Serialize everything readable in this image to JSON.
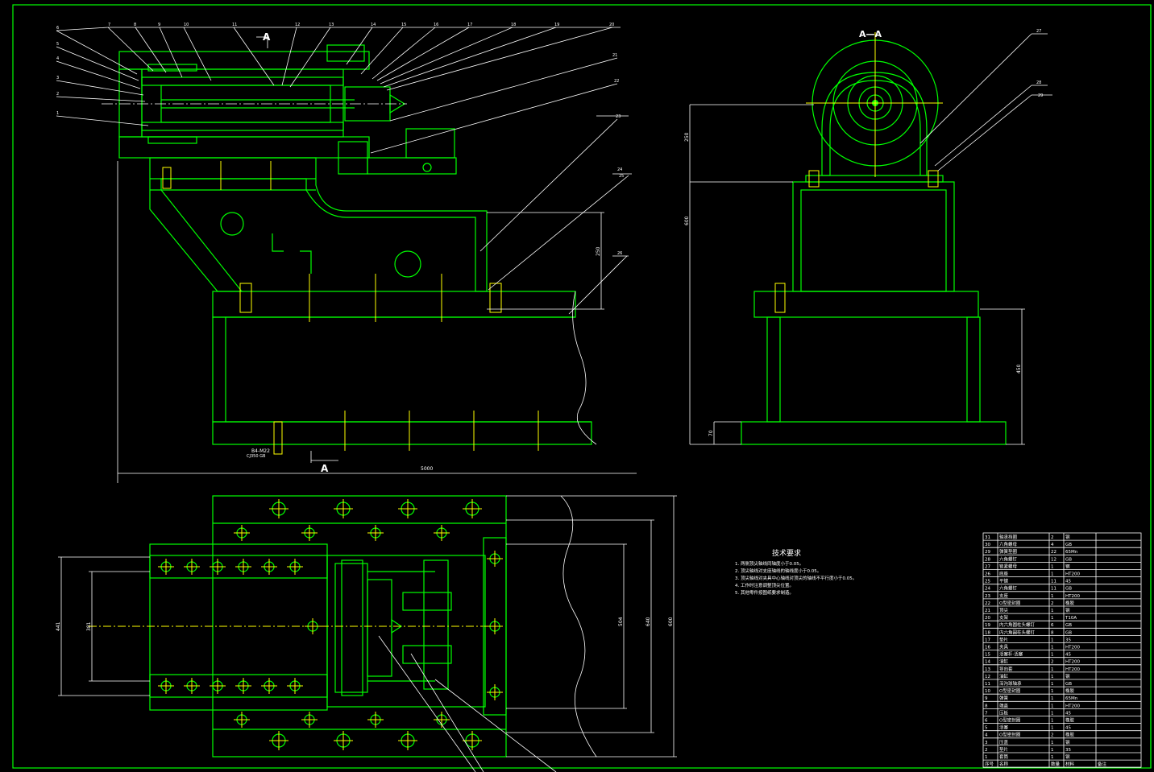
{
  "section_label": "A",
  "section_view_title": "A—A",
  "front_view_dims": {
    "total_length": "5000",
    "bolt_note_top": "B4-M22",
    "bolt_note_bottom": "CJ350 GB"
  },
  "leaders": [
    "6",
    "7",
    "8",
    "9",
    "10",
    "11",
    "12",
    "13",
    "14",
    "15",
    "16",
    "17",
    "18",
    "19",
    "20",
    "5",
    "4",
    "3",
    "2",
    "1",
    "21",
    "22",
    "23",
    "24",
    "25",
    "26"
  ],
  "side_view_dims": {
    "upper_height": "250",
    "lower_height": "600",
    "base_height": "70",
    "mid_height": "450"
  },
  "right_leaders": [
    "27",
    "28",
    "29"
  ],
  "plan_view_dims": {
    "d1": "600",
    "d2": "640",
    "d3": "504",
    "d4": "441",
    "d5": "381"
  },
  "tech_req": {
    "title": "技术要求",
    "items": [
      "1. 两侧顶尖轴线同轴度小于0.05。",
      "2. 顶尖轴线对支座轴线的轴线度小于0.05。",
      "3. 顶尖轴线对夹具中心轴线对顶尖的轴线不平行度小于0.05。",
      "4. 工作时注意调整顶尖位置。",
      "5. 其他零件按图纸要求制造。"
    ]
  },
  "bom": {
    "rows": [
      {
        "no": "31",
        "name": "轴承挡圈",
        "qty": "2",
        "mat": "钢"
      },
      {
        "no": "30",
        "name": "六角螺母",
        "qty": "4",
        "mat": "GB"
      },
      {
        "no": "29",
        "name": "弹簧垫圈",
        "qty": "22",
        "mat": "65Mn"
      },
      {
        "no": "28",
        "name": "六角螺钉",
        "qty": "12",
        "mat": "GB"
      },
      {
        "no": "27",
        "name": "锁紧螺母",
        "qty": "1",
        "mat": "钢"
      },
      {
        "no": "26",
        "name": "底座",
        "qty": "1",
        "mat": "HT200"
      },
      {
        "no": "25",
        "name": "平键",
        "qty": "11",
        "mat": "45"
      },
      {
        "no": "24",
        "name": "六角螺钉",
        "qty": "11",
        "mat": "GB"
      },
      {
        "no": "23",
        "name": "支座",
        "qty": "1",
        "mat": "HT200"
      },
      {
        "no": "22",
        "name": "O型密封圈",
        "qty": "2",
        "mat": "橡胶"
      },
      {
        "no": "21",
        "name": "顶尖",
        "qty": "1",
        "mat": "钢"
      },
      {
        "no": "20",
        "name": "支架",
        "qty": "1",
        "mat": "T10A"
      },
      {
        "no": "19",
        "name": "内六角圆柱头螺钉",
        "qty": "6",
        "mat": "GB"
      },
      {
        "no": "18",
        "name": "内六角圆柱头螺钉",
        "qty": "8",
        "mat": "GB"
      },
      {
        "no": "17",
        "name": "垫片",
        "qty": "1",
        "mat": "35"
      },
      {
        "no": "16",
        "name": "夹具",
        "qty": "1",
        "mat": "HT200"
      },
      {
        "no": "15",
        "name": "活塞杆·活塞",
        "qty": "1",
        "mat": "45"
      },
      {
        "no": "14",
        "name": "油缸",
        "qty": "2",
        "mat": "HT200"
      },
      {
        "no": "13",
        "name": "导向套",
        "qty": "1",
        "mat": "HT200"
      },
      {
        "no": "12",
        "name": "油缸",
        "qty": "1",
        "mat": "钢"
      },
      {
        "no": "11",
        "name": "深沟球轴承",
        "qty": "1",
        "mat": "GB"
      },
      {
        "no": "10",
        "name": "O型密封圈",
        "qty": "1",
        "mat": "橡胶"
      },
      {
        "no": "9",
        "name": "弹簧",
        "qty": "1",
        "mat": "65Mn"
      },
      {
        "no": "8",
        "name": "端盖",
        "qty": "1",
        "mat": "HT200"
      },
      {
        "no": "7",
        "name": "压板",
        "qty": "1",
        "mat": "45"
      },
      {
        "no": "6",
        "name": "O型密封圈",
        "qty": "1",
        "mat": "橡胶"
      },
      {
        "no": "5",
        "name": "活塞",
        "qty": "1",
        "mat": "45"
      },
      {
        "no": "4",
        "name": "O型密封圈",
        "qty": "2",
        "mat": "橡胶"
      },
      {
        "no": "3",
        "name": "压盖",
        "qty": "1",
        "mat": "钢"
      },
      {
        "no": "2",
        "name": "垫片",
        "qty": "1",
        "mat": "35"
      },
      {
        "no": "1",
        "name": "套筒",
        "qty": "1",
        "mat": "钢"
      }
    ],
    "header": {
      "no": "序号",
      "name": "名称",
      "qty": "数量",
      "mat": "材料",
      "note": "备注"
    }
  }
}
